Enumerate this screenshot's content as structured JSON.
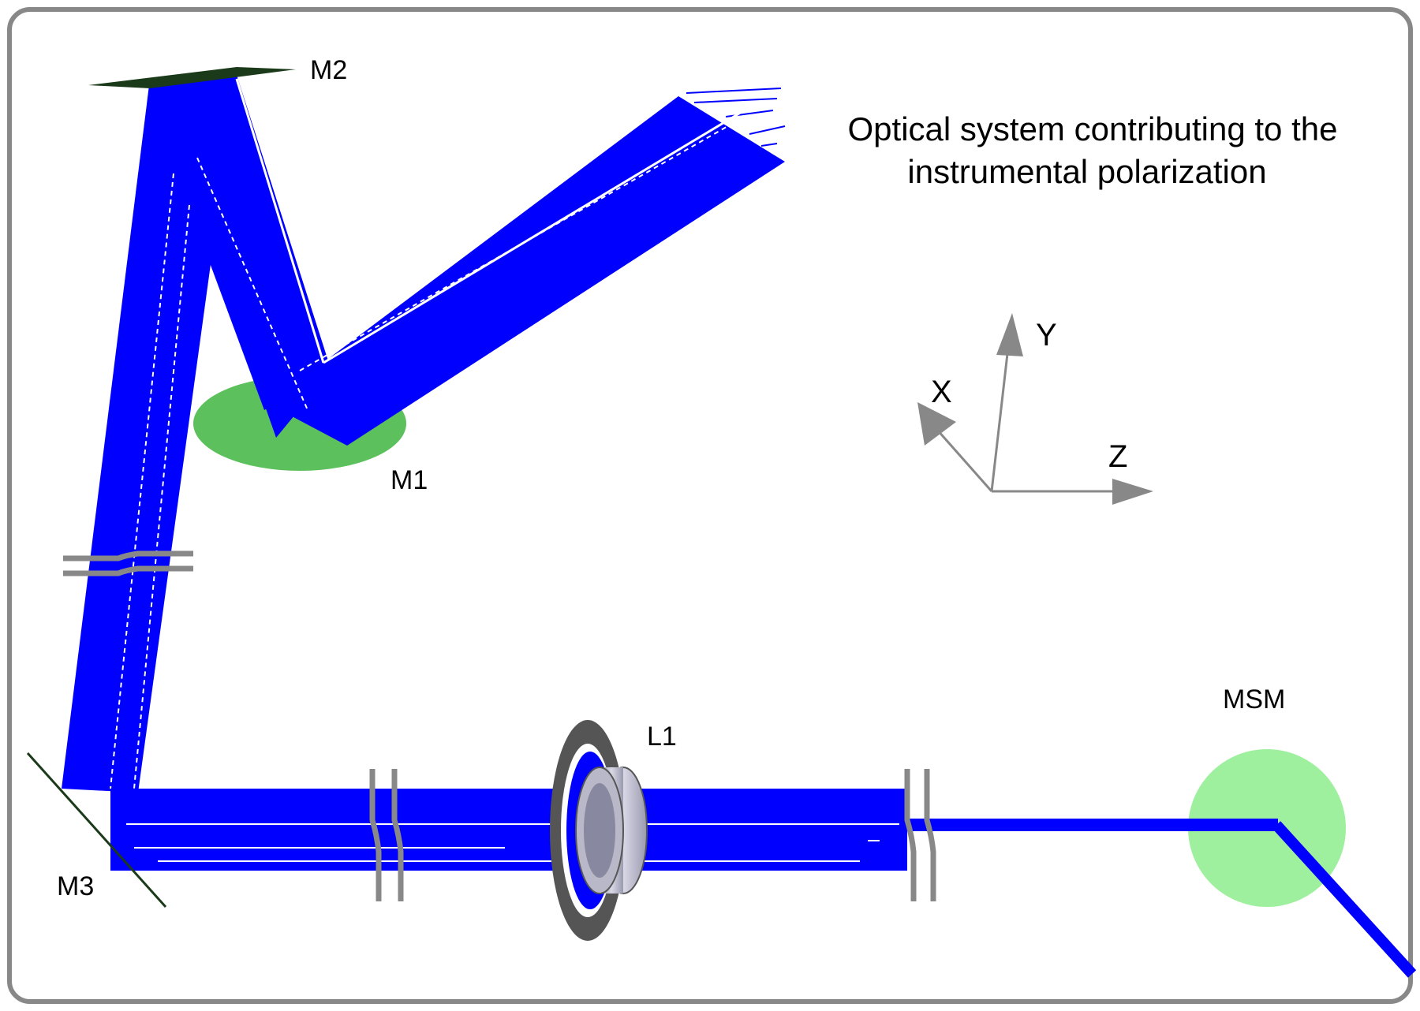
{
  "title": {
    "line1": "Optical system contributing to the",
    "line2": "instrumental polarization"
  },
  "labels": {
    "m1": "M1",
    "m2": "M2",
    "m3": "M3",
    "l1": "L1",
    "msm": "MSM"
  },
  "axes": {
    "x": "X",
    "y": "Y",
    "z": "Z"
  },
  "colors": {
    "beam": "#0000ff",
    "mirror_m1": "#5cc05c",
    "mirror_msm": "#9ef09e",
    "mirror_flat": "#1a3a1a",
    "break_mark": "#888888",
    "axis_arrow": "#888888",
    "lens_holder": "#555555",
    "lens_body": "#a8a8bc",
    "border": "#888888"
  }
}
